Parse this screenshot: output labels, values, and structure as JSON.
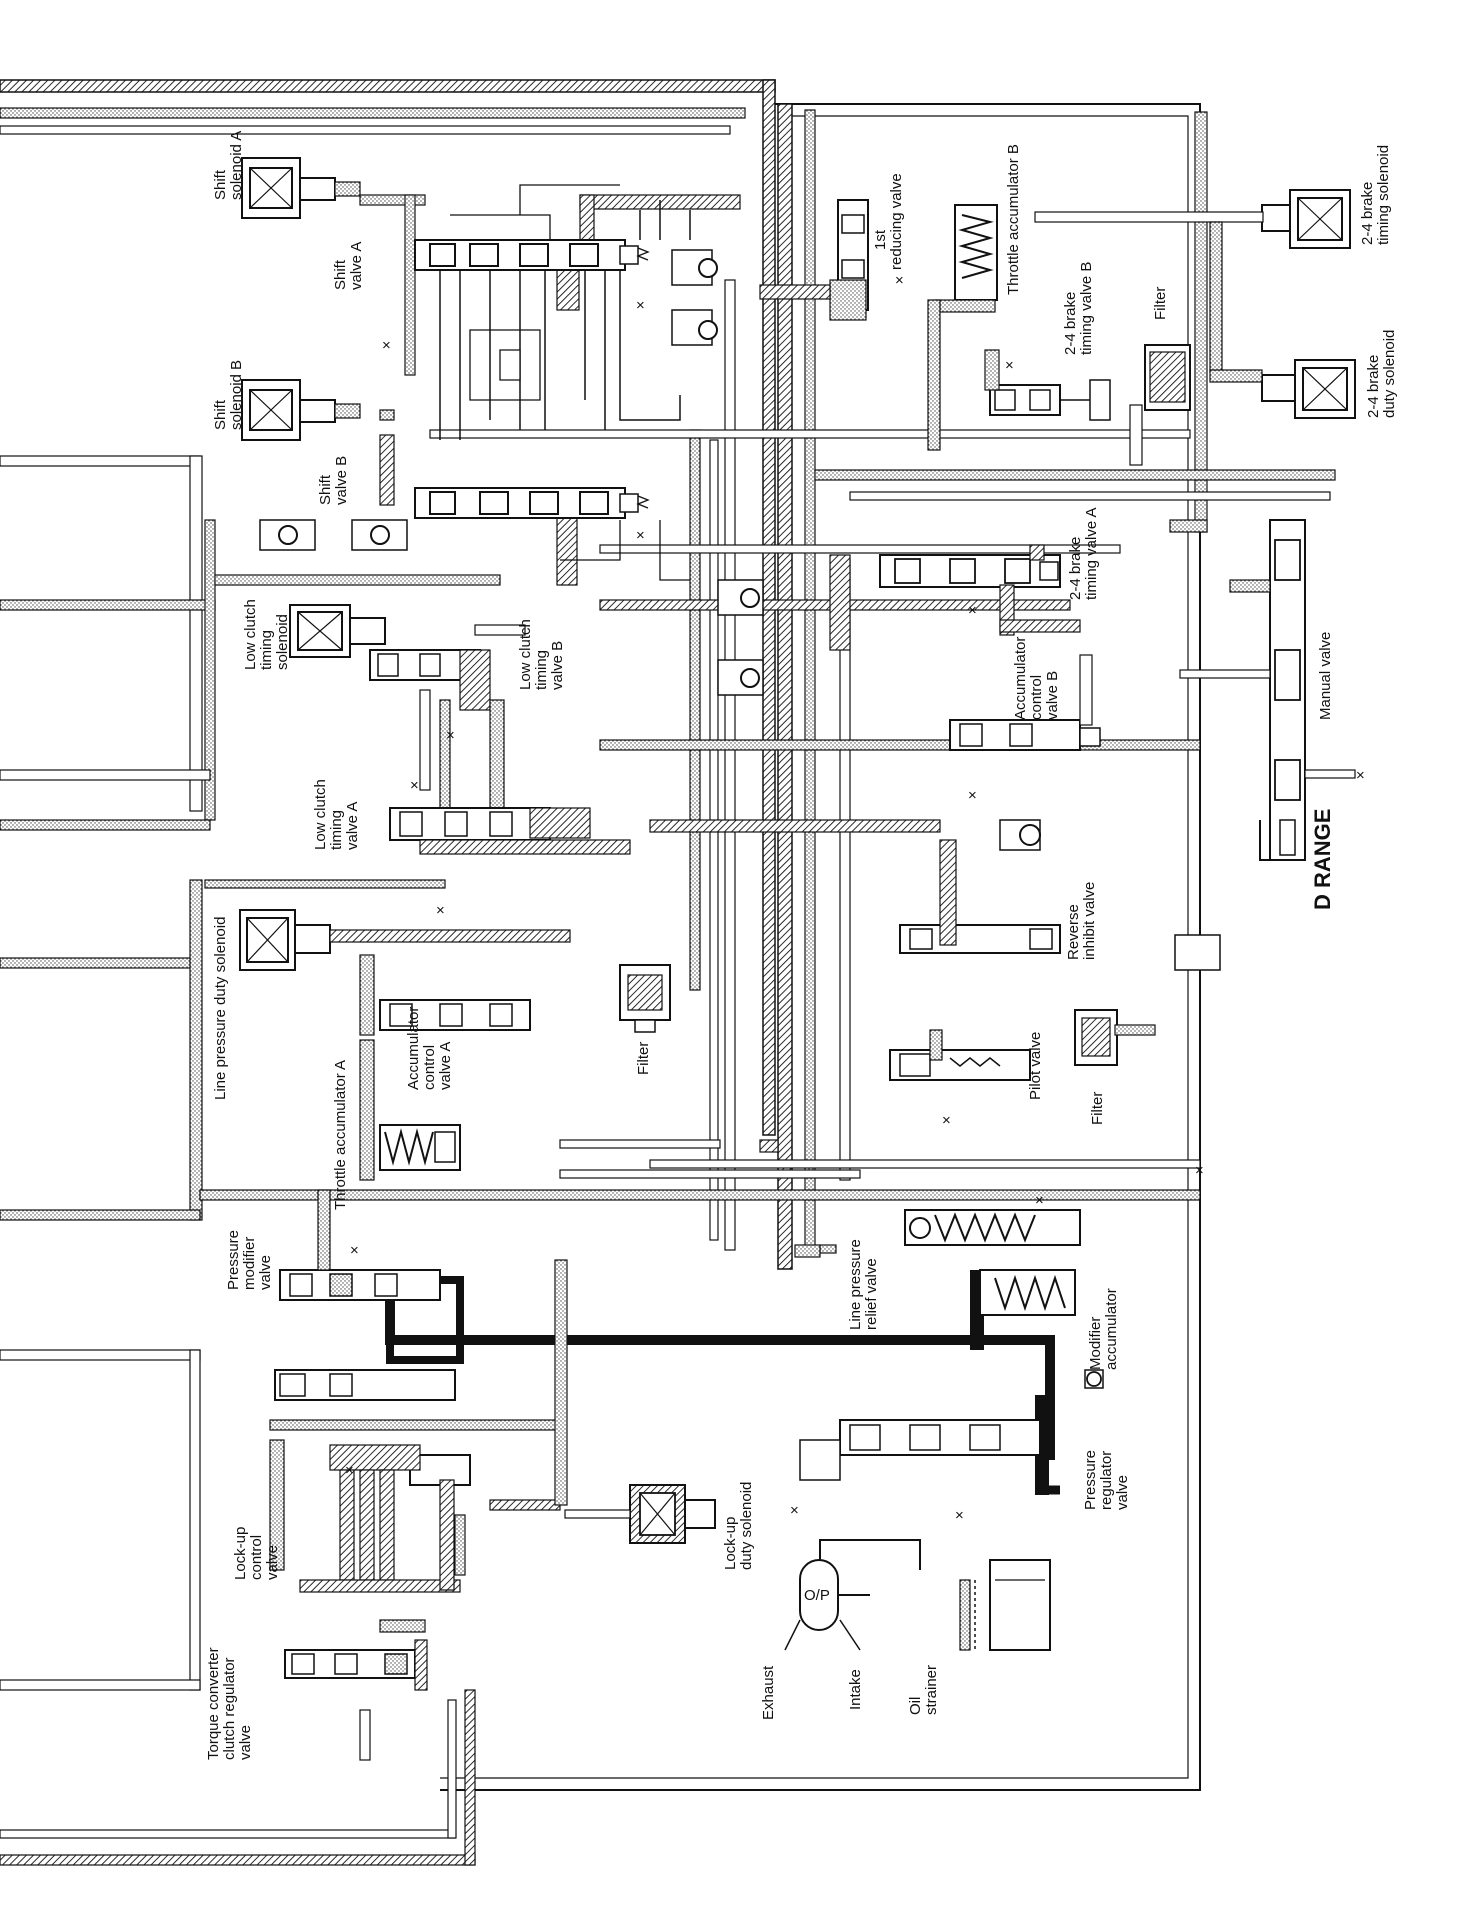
{
  "diagram": {
    "labels": {
      "shift_solenoid_a": [
        "Shift",
        "solenoid A"
      ],
      "shift_valve_a": [
        "Shift",
        "valve A"
      ],
      "first_reducing_valve": [
        "1st",
        "reducing valve"
      ],
      "throttle_accumulator_b": [
        "Throttle accumulator B"
      ],
      "brake_timing_solenoid": [
        "2-4 brake",
        "timing solenoid"
      ],
      "shift_solenoid_b": [
        "Shift",
        "solenoid B"
      ],
      "brake_timing_valve_b": [
        "2-4 brake",
        "timing valve B"
      ],
      "filter_top": [
        "Filter"
      ],
      "brake_duty_solenoid": [
        "2-4 brake",
        "duty solenoid"
      ],
      "shift_valve_b": [
        "Shift",
        "valve B"
      ],
      "brake_timing_valve_a": [
        "2-4 brake",
        "timing valve A"
      ],
      "low_clutch_timing_solenoid": [
        "Low clutch",
        "timing",
        "solenoid"
      ],
      "low_clutch_timing_valve_b": [
        "Low clutch",
        "timing",
        "valve B"
      ],
      "accumulator_control_valve_b": [
        "Accumulator",
        "control",
        "valve B"
      ],
      "manual_valve": [
        "Manual valve"
      ],
      "low_clutch_timing_valve_a": [
        "Low clutch",
        "timing",
        "valve A"
      ],
      "d_range": [
        "D RANGE"
      ],
      "reverse_inhibit_valve": [
        "Reverse",
        "inhibit valve"
      ],
      "line_pressure_duty_solenoid": [
        "Line pressure duty solenoid"
      ],
      "accumulator_control_valve_a": [
        "Accumulator",
        "control",
        "valve A"
      ],
      "filter_mid": [
        "Filter"
      ],
      "pilot_valve": [
        "Pilot valve"
      ],
      "filter_right": [
        "Filter"
      ],
      "throttle_accumulator_a": [
        "Throttle accumulator A"
      ],
      "line_pressure_relief_valve": [
        "Line pressure",
        "relief valve"
      ],
      "pressure_modifier_valve": [
        "Pressure",
        "modifier",
        "valve"
      ],
      "modifier_accumulator": [
        "Modifier",
        "accumulator"
      ],
      "lockup_duty_solenoid": [
        "Lock-up",
        "duty solenoid"
      ],
      "pressure_regulator_valve": [
        "Pressure",
        "regulator",
        "valve"
      ],
      "lockup_control_valve": [
        "Lock-up",
        "control",
        "valve"
      ],
      "torque_converter_regulator_valve": [
        "Torque converter",
        "clutch regulator",
        "valve"
      ],
      "exhaust": [
        "Exhaust"
      ],
      "intake": [
        "Intake"
      ],
      "oil_strainer": [
        "Oil",
        "strainer"
      ],
      "pump": [
        "O/P"
      ]
    }
  }
}
